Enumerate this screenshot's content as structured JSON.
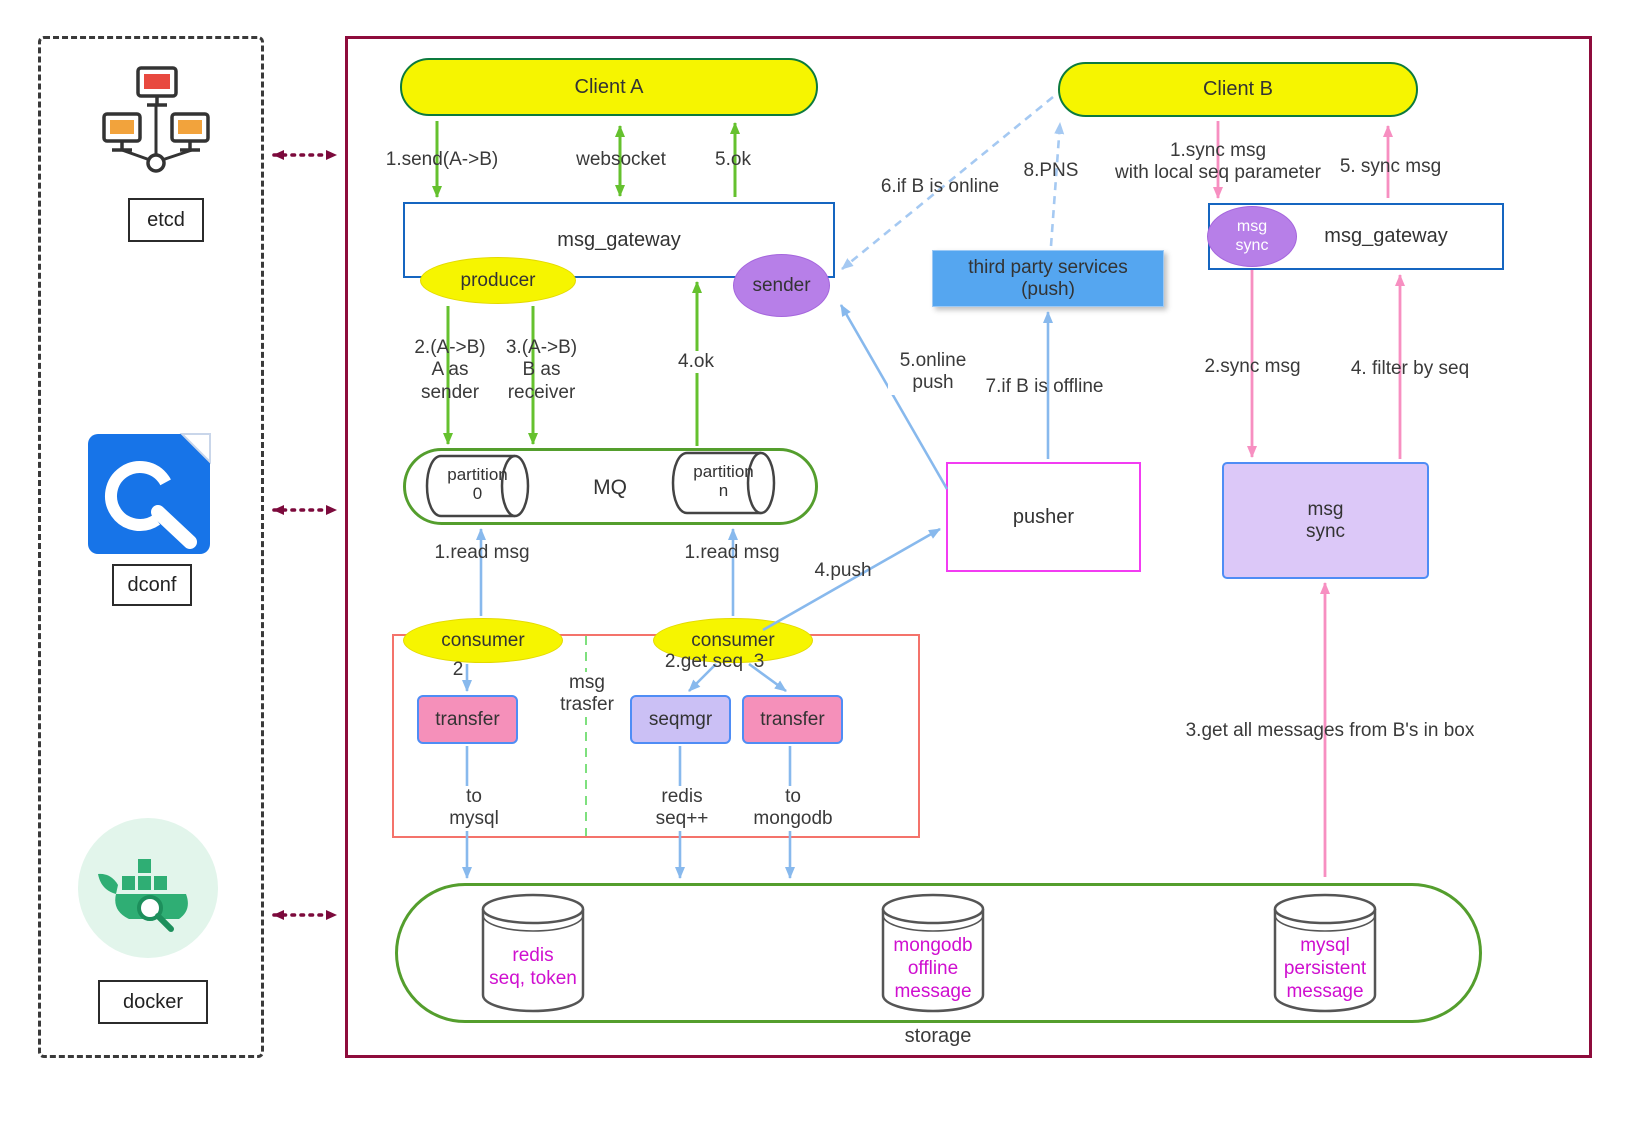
{
  "sidebar": {
    "etcd": "etcd",
    "dconf": "dconf",
    "docker": "docker"
  },
  "nodes": {
    "client_a": "Client A",
    "client_b": "Client B",
    "gateway_left": "msg_gateway",
    "gateway_right": "msg_gateway",
    "producer": "producer",
    "sender": "sender",
    "third_party": "third party services\n(push)",
    "msg_sync_ellipse": "msg\nsync",
    "mq": "MQ",
    "partition_0": "partition\n0",
    "partition_n": "partition\nn",
    "consumer_left": "consumer",
    "consumer_right": "consumer",
    "transfer_left": "transfer",
    "seqmgr": "seqmgr",
    "transfer_right": "transfer",
    "msg_transfer_group": "msg\ntrasfer",
    "pusher": "pusher",
    "msg_sync_box": "msg\nsync",
    "storage": "storage",
    "redis_db": "redis\nseq, token",
    "mongodb_db": "mongodb\noffline\nmessage",
    "mysql_db": "mysql\npersistent\nmessage"
  },
  "edges": {
    "send_ab": "1.send(A->B)",
    "websocket": "websocket",
    "ok_5": "5.ok",
    "a_as_sender": "2.(A->B)\nA as\nsender",
    "b_as_receiver": "3.(A->B)\nB as\nreceiver",
    "ok_4": "4.ok",
    "read_msg_left": "1.read msg",
    "read_msg_right": "1.read msg",
    "step_2": "2",
    "get_seq": "2.get seq",
    "step_3": "3",
    "to_mysql": "to\nmysql",
    "redis_seq": "redis\nseq++",
    "to_mongodb": "to\nmongodb",
    "push_4": "4.push",
    "if_online": "6.if B is online",
    "pns": "8.PNS",
    "online_push": "5.online\npush",
    "if_offline": "7.if B is offline",
    "sync_msg_1": "1.sync msg\nwith local seq parameter",
    "sync_msg_5": "5. sync msg",
    "sync_msg_2": "2.sync msg",
    "filter_by_seq": "4. filter by seq",
    "get_all_messages": "3.get all messages from B's in box"
  },
  "colors": {
    "main_border": "#8e0c3c",
    "client_fill": "#f6f500",
    "client_border": "#0c7a3e",
    "gateway_border": "#1565c0",
    "ellipse_purple": "#b77fe8",
    "green_arrow": "#65c12e",
    "blue_arrow": "#88b9ed",
    "pink_arrow": "#f78fc1",
    "third_party_fill": "#55a6f0",
    "pusher_border": "#f23cf2",
    "transfer_fill": "#f590ba",
    "seqmgr_fill": "#cbc0f5",
    "msg_sync_fill": "#dcc8f8",
    "group_border": "#f4736b",
    "container_green": "#549e2d",
    "db_text": "#cf0fcf"
  }
}
